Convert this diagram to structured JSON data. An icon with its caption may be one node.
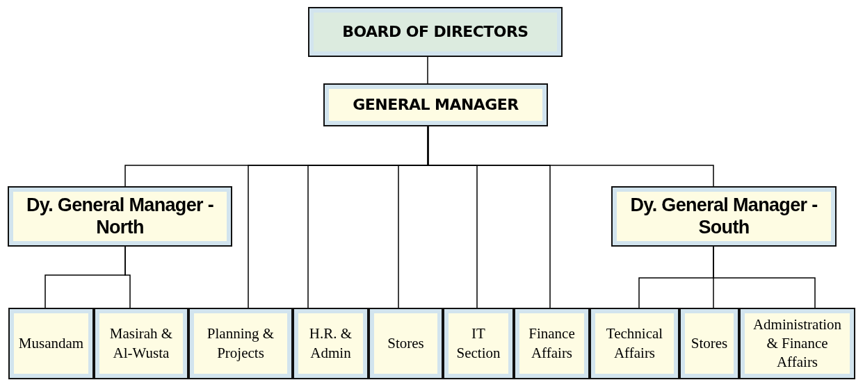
{
  "diagram": {
    "nodes": [
      {
        "text": [
          "BOARD OF DIRECTORS"
        ]
      },
      {
        "text": [
          "GENERAL MANAGER"
        ]
      },
      {
        "text": [
          "Dy. General Manager - North"
        ]
      },
      {
        "text": [
          "Dy. General Manager - South"
        ]
      },
      {
        "text": [
          "Musandam"
        ]
      },
      {
        "text": [
          "Masirah & Al-Wusta"
        ]
      },
      {
        "text": [
          "Planning & Projects"
        ]
      },
      {
        "text": [
          "H.R. & Admin"
        ]
      },
      {
        "text": [
          "Stores"
        ]
      },
      {
        "text": [
          "IT Section"
        ]
      },
      {
        "text": [
          "Finance Affairs"
        ]
      },
      {
        "text": [
          "Technical Affairs"
        ]
      },
      {
        "text": [
          "Stores"
        ]
      },
      {
        "text": [
          "Administration & Finance Affairs"
        ]
      }
    ],
    "edges": [
      {
        "from": 0,
        "to": 1,
        "arrow": "none"
      },
      {
        "from": 1,
        "to": 2,
        "arrow": "none"
      },
      {
        "from": 1,
        "to": 6,
        "arrow": "none"
      },
      {
        "from": 1,
        "to": 7,
        "arrow": "none"
      },
      {
        "from": 1,
        "to": 8,
        "arrow": "none"
      },
      {
        "from": 1,
        "to": 9,
        "arrow": "none"
      },
      {
        "from": 1,
        "to": 10,
        "arrow": "none"
      },
      {
        "from": 1,
        "to": 3,
        "arrow": "none"
      },
      {
        "from": 2,
        "to": 4,
        "arrow": "none"
      },
      {
        "from": 2,
        "to": 5,
        "arrow": "none"
      },
      {
        "from": 3,
        "to": 11,
        "arrow": "none"
      },
      {
        "from": 3,
        "to": 12,
        "arrow": "none"
      },
      {
        "from": 3,
        "to": 13,
        "arrow": "none"
      }
    ]
  }
}
